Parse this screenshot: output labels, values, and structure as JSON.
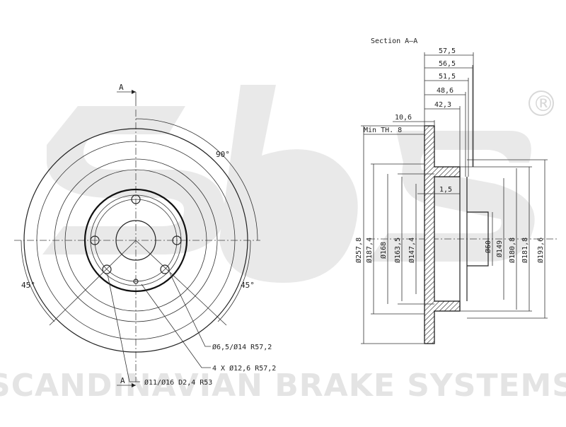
{
  "watermark": {
    "company": "SCANDINAVIAN BRAKE SYSTEMS",
    "registered": "®"
  },
  "front_view": {
    "section_marker_top": "A",
    "section_marker_bottom": "A",
    "angle_top": "90°",
    "angle_left": "45°",
    "angle_right": "45°",
    "callout_1": "Ø6,5/Ø14  R57,2",
    "callout_2": "4 X Ø12,6  R57,2",
    "callout_3": "Ø11/Ø16  D2,4  R53"
  },
  "section_view": {
    "title": "Section A–A",
    "min_thickness": "Min TH. 8",
    "widths": [
      "57,5",
      "56,5",
      "51,5",
      "48,6",
      "42,3",
      "10,6",
      "1,5"
    ],
    "diameters": [
      "Ø257,8",
      "Ø187,4",
      "Ø168",
      "Ø163,5",
      "Ø147,4",
      "Ø60",
      "Ø149",
      "Ø180,8",
      "Ø181,8",
      "Ø193,6"
    ]
  }
}
